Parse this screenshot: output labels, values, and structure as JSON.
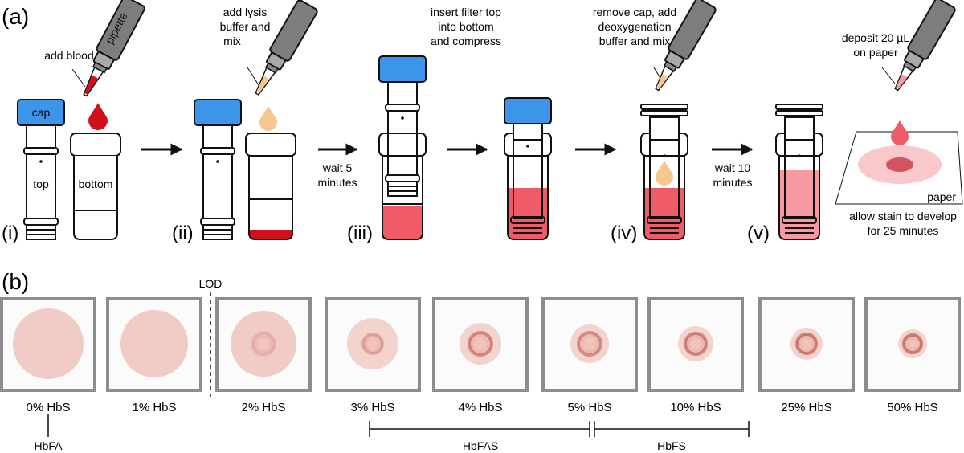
{
  "panel_a": {
    "label": "(a)",
    "notes": {
      "add_blood": "add blood",
      "pipette": "pipette",
      "cap": "cap",
      "top": "top",
      "bottom": "bottom",
      "lysis": [
        "add lysis",
        "buffer and",
        "mix"
      ],
      "insert": [
        "insert filter top",
        "into bottom",
        "and compress"
      ],
      "remove": [
        "remove cap, add",
        "deoxygenation",
        "buffer and mix"
      ],
      "deposit": [
        "deposit 20 µL",
        "on paper"
      ],
      "wait5": [
        "wait 5",
        "minutes"
      ],
      "wait10": [
        "wait 10",
        "minutes"
      ],
      "paper": "paper",
      "develop": [
        "allow stain to develop",
        "for 25 minutes"
      ]
    },
    "steps": [
      "(i)",
      "(ii)",
      "(iii)",
      "(iv)",
      "(v)"
    ]
  },
  "panel_b": {
    "label": "(b)",
    "lod": "LOD",
    "samples": [
      "0% HbS",
      "1% HbS",
      "2% HbS",
      "3% HbS",
      "4% HbS",
      "5% HbS",
      "10% HbS",
      "25% HbS",
      "50% HbS"
    ],
    "groups": {
      "hbfa": "HbFA",
      "hbfas": "HbFAS",
      "hbfs": "HbFS"
    }
  },
  "colors": {
    "cap_blue": "#3d95ea",
    "blood_red": "#d0101a",
    "diluted_red": "#ef5b66",
    "light_red": "#f59aa0",
    "lysis_peach": "#f7c790",
    "pipette_gray": "#7d7d7d"
  }
}
